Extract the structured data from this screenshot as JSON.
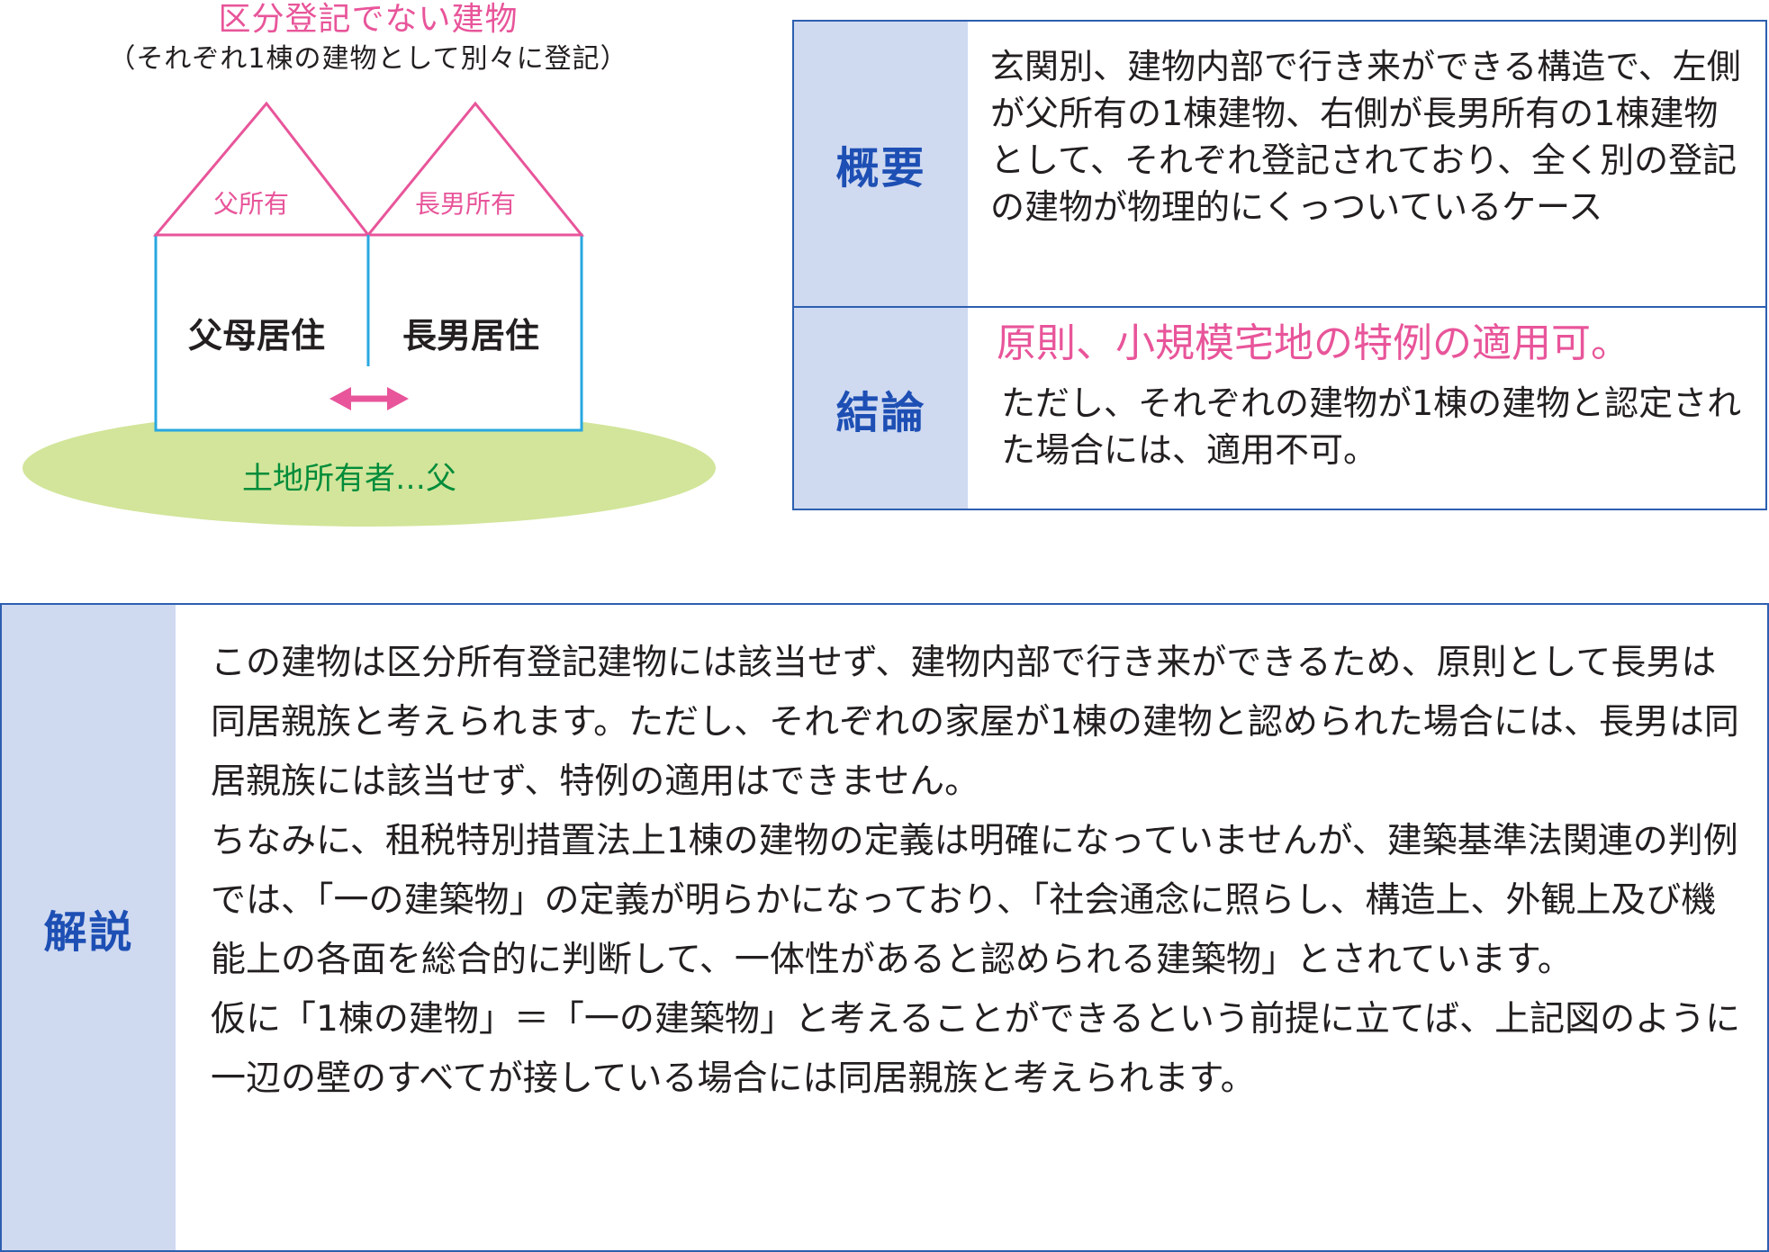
{
  "diagram": {
    "title": "区分登記でない建物",
    "subtitle": "（それぞれ1棟の建物として別々に登記）",
    "roof_left": "父所有",
    "roof_right": "長男所有",
    "room_left": "父母居住",
    "room_right": "長男居住",
    "land": "土地所有者…父",
    "arrow_icon": "double-arrow-icon"
  },
  "summary_table": {
    "overview_header": "概要",
    "overview_text": "玄関別、建物内部で行き来ができる構造で、左側が父所有の1棟建物、右側が長男所有の1棟建物として、それぞれ登記されており、全く別の登記の建物が物理的にくっついているケース",
    "conclusion_header": "結論",
    "conclusion_main": "原則、小規模宅地の特例の適用可。",
    "conclusion_sub": "ただし、それぞれの建物が1棟の建物と認定された場合には、適用不可。"
  },
  "explanation": {
    "header": "解説",
    "paragraphs": [
      "この建物は区分所有登記建物には該当せず、建物内部で行き来ができるため、原則として長男は同居親族と考えられます。ただし、それぞれの家屋が1棟の建物と認められた場合には、長男は同居親族には該当せず、特例の適用はできません。",
      "ちなみに、租税特別措置法上1棟の建物の定義は明確になっていませんが、建築基準法関連の判例では、「一の建築物」の定義が明らかになっており、「社会通念に照らし、構造上、外観上及び機能上の各面を総合的に判断して、一体性があると認められる建築物」とされています。",
      "仮に「1棟の建物」＝「一の建築物」と考えることができるという前提に立てば、上記図のように一辺の壁のすべてが接している場合には同居親族と考えられます。"
    ]
  },
  "colors": {
    "pink": "#e8559a",
    "blue_border": "#2d5fb0",
    "header_fill": "#cfd9f0",
    "header_text": "#1d4fb4",
    "land_fill": "#d2e59a",
    "land_text": "#008c3a",
    "wall": "#29a8e0"
  }
}
